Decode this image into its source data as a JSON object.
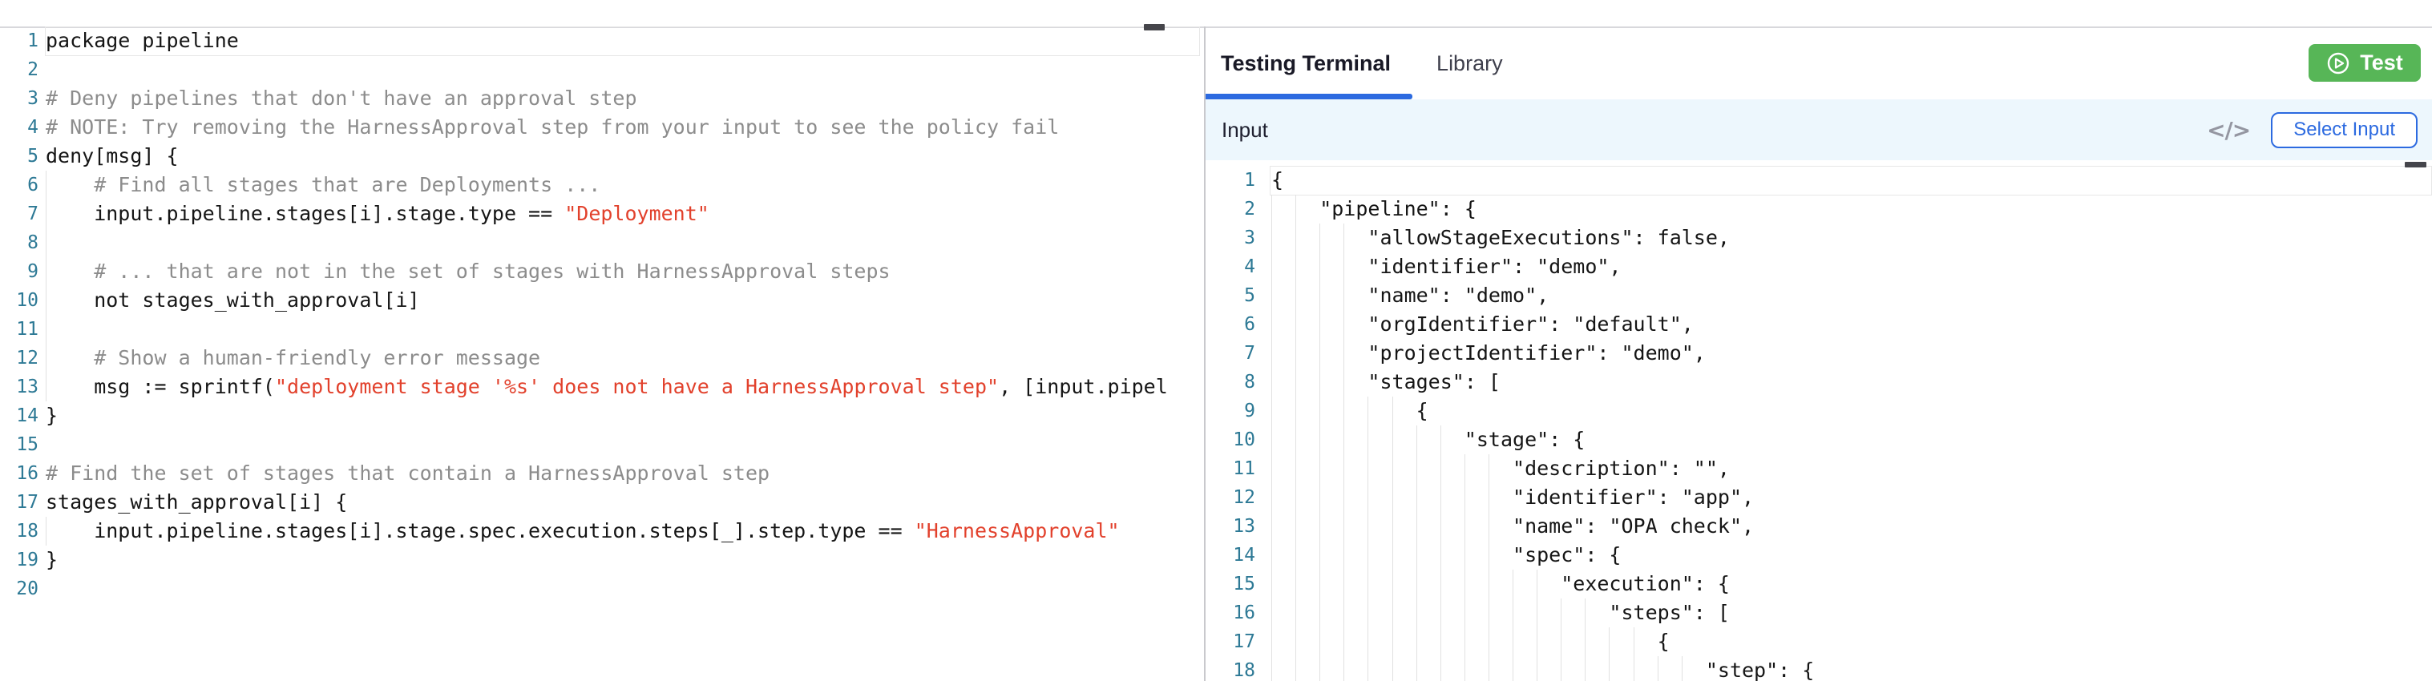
{
  "colors": {
    "accent": "#2c6ae0",
    "test_green": "#57b657",
    "line_number": "#2d7995",
    "comment": "#8c8c8c",
    "string": "#e2412c",
    "tab_underline": "#2c6ae0",
    "input_bar_bg": "#edf7fd"
  },
  "right_panel": {
    "tabs": [
      {
        "label": "Testing Terminal",
        "active": true
      },
      {
        "label": "Library",
        "active": false
      }
    ],
    "test_button_label": "Test",
    "input_title": "Input",
    "code_icon": "</>",
    "select_input_label": "Select Input"
  },
  "editor_left": {
    "language": "rego",
    "guide_step": 4,
    "current_line": 1,
    "lines": [
      {
        "n": 1,
        "indent": 0,
        "segs": [
          [
            "code",
            "package pipeline"
          ]
        ]
      },
      {
        "n": 2,
        "indent": 0,
        "segs": []
      },
      {
        "n": 3,
        "indent": 0,
        "segs": [
          [
            "comment",
            "# Deny pipelines that don't have an approval step"
          ]
        ]
      },
      {
        "n": 4,
        "indent": 0,
        "segs": [
          [
            "comment",
            "# NOTE: Try removing the HarnessApproval step from your input to see the policy fail"
          ]
        ]
      },
      {
        "n": 5,
        "indent": 0,
        "segs": [
          [
            "code",
            "deny[msg] {"
          ]
        ]
      },
      {
        "n": 6,
        "indent": 4,
        "segs": [
          [
            "comment",
            "    # Find all stages that are Deployments ..."
          ]
        ]
      },
      {
        "n": 7,
        "indent": 4,
        "segs": [
          [
            "code",
            "    input.pipeline.stages[i].stage.type == "
          ],
          [
            "str",
            "\"Deployment\""
          ]
        ]
      },
      {
        "n": 8,
        "indent": 4,
        "segs": []
      },
      {
        "n": 9,
        "indent": 4,
        "segs": [
          [
            "comment",
            "    # ... that are not in the set of stages with HarnessApproval steps"
          ]
        ]
      },
      {
        "n": 10,
        "indent": 4,
        "segs": [
          [
            "code",
            "    not stages_with_approval[i]"
          ]
        ]
      },
      {
        "n": 11,
        "indent": 4,
        "segs": []
      },
      {
        "n": 12,
        "indent": 4,
        "segs": [
          [
            "comment",
            "    # Show a human-friendly error message"
          ]
        ]
      },
      {
        "n": 13,
        "indent": 4,
        "segs": [
          [
            "code",
            "    msg := sprintf("
          ],
          [
            "str",
            "\"deployment stage '%s' does not have a HarnessApproval step\""
          ],
          [
            "code",
            ", [input.pipel"
          ]
        ]
      },
      {
        "n": 14,
        "indent": 0,
        "segs": [
          [
            "code",
            "}"
          ]
        ]
      },
      {
        "n": 15,
        "indent": 0,
        "segs": []
      },
      {
        "n": 16,
        "indent": 0,
        "segs": [
          [
            "comment",
            "# Find the set of stages that contain a HarnessApproval step"
          ]
        ]
      },
      {
        "n": 17,
        "indent": 0,
        "segs": [
          [
            "code",
            "stages_with_approval[i] {"
          ]
        ]
      },
      {
        "n": 18,
        "indent": 4,
        "segs": [
          [
            "code",
            "    input.pipeline.stages[i].stage.spec.execution.steps[_].step.type == "
          ],
          [
            "str",
            "\"HarnessApproval\""
          ]
        ]
      },
      {
        "n": 19,
        "indent": 0,
        "segs": [
          [
            "code",
            "}"
          ]
        ]
      },
      {
        "n": 20,
        "indent": 0,
        "segs": []
      }
    ]
  },
  "editor_right": {
    "language": "json",
    "guide_step": 2,
    "current_line": 1,
    "lines": [
      {
        "n": 1,
        "indent": 0,
        "text": "{"
      },
      {
        "n": 2,
        "indent": 4,
        "text": "    \"pipeline\": {"
      },
      {
        "n": 3,
        "indent": 8,
        "text": "        \"allowStageExecutions\": false,"
      },
      {
        "n": 4,
        "indent": 8,
        "text": "        \"identifier\": \"demo\","
      },
      {
        "n": 5,
        "indent": 8,
        "text": "        \"name\": \"demo\","
      },
      {
        "n": 6,
        "indent": 8,
        "text": "        \"orgIdentifier\": \"default\","
      },
      {
        "n": 7,
        "indent": 8,
        "text": "        \"projectIdentifier\": \"demo\","
      },
      {
        "n": 8,
        "indent": 8,
        "text": "        \"stages\": ["
      },
      {
        "n": 9,
        "indent": 12,
        "text": "            {"
      },
      {
        "n": 10,
        "indent": 16,
        "text": "                \"stage\": {"
      },
      {
        "n": 11,
        "indent": 20,
        "text": "                    \"description\": \"\","
      },
      {
        "n": 12,
        "indent": 20,
        "text": "                    \"identifier\": \"app\","
      },
      {
        "n": 13,
        "indent": 20,
        "text": "                    \"name\": \"OPA check\","
      },
      {
        "n": 14,
        "indent": 20,
        "text": "                    \"spec\": {"
      },
      {
        "n": 15,
        "indent": 24,
        "text": "                        \"execution\": {"
      },
      {
        "n": 16,
        "indent": 28,
        "text": "                            \"steps\": ["
      },
      {
        "n": 17,
        "indent": 32,
        "text": "                                {"
      },
      {
        "n": 18,
        "indent": 36,
        "text": "                                    \"step\": {"
      }
    ]
  }
}
